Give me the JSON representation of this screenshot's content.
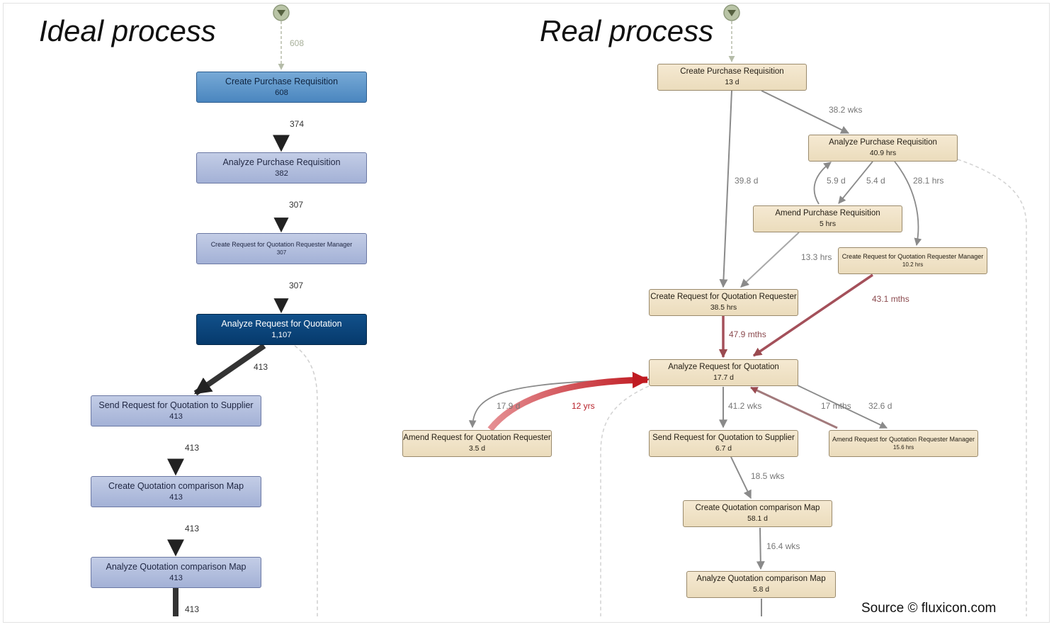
{
  "titles": {
    "ideal": "Ideal process",
    "real": "Real process"
  },
  "source": "Source © fluxicon.com",
  "ideal": {
    "start_count": "608",
    "nodes": [
      {
        "id": "i1",
        "name": "Create Purchase Requisition",
        "value": "608",
        "style": "blue-mid"
      },
      {
        "id": "i2",
        "name": "Analyze Purchase Requisition",
        "value": "382",
        "style": "blue-light"
      },
      {
        "id": "i3",
        "name": "Create Request for Quotation Requester Manager",
        "value": "307",
        "style": "blue-light"
      },
      {
        "id": "i4",
        "name": "Analyze Request for Quotation",
        "value": "1,107",
        "style": "blue-dark"
      },
      {
        "id": "i5",
        "name": "Send Request for Quotation to Supplier",
        "value": "413",
        "style": "blue-light"
      },
      {
        "id": "i6",
        "name": "Create Quotation comparison Map",
        "value": "413",
        "style": "blue-light"
      },
      {
        "id": "i7",
        "name": "Analyze Quotation comparison Map",
        "value": "413",
        "style": "blue-light"
      }
    ],
    "edges": [
      {
        "id": "ie1",
        "label": "374"
      },
      {
        "id": "ie2",
        "label": "307"
      },
      {
        "id": "ie3",
        "label": "307"
      },
      {
        "id": "ie4",
        "label": "413"
      },
      {
        "id": "ie5",
        "label": "413"
      },
      {
        "id": "ie6",
        "label": "413"
      },
      {
        "id": "ie7",
        "label": "413"
      }
    ]
  },
  "real": {
    "nodes": [
      {
        "id": "r1",
        "name": "Create Purchase Requisition",
        "value": "13 d"
      },
      {
        "id": "r2",
        "name": "Analyze Purchase Requisition",
        "value": "40.9 hrs"
      },
      {
        "id": "r3",
        "name": "Amend Purchase Requisition",
        "value": "5 hrs"
      },
      {
        "id": "r4",
        "name": "Create Request for Quotation Requester Manager",
        "value": "10.2 hrs"
      },
      {
        "id": "r5",
        "name": "Create Request for Quotation Requester",
        "value": "38.5 hrs"
      },
      {
        "id": "r6",
        "name": "Analyze Request for Quotation",
        "value": "17.7 d"
      },
      {
        "id": "r7",
        "name": "Amend Request for Quotation Requester",
        "value": "3.5 d"
      },
      {
        "id": "r8",
        "name": "Send Request for Quotation to Supplier",
        "value": "6.7 d"
      },
      {
        "id": "r9",
        "name": "Amend Request for Quotation Requester Manager",
        "value": "15.6 hrs"
      },
      {
        "id": "r10",
        "name": "Create Quotation comparison Map",
        "value": "58.1 d"
      },
      {
        "id": "r11",
        "name": "Analyze Quotation comparison Map",
        "value": "5.8 d"
      }
    ],
    "edges": [
      {
        "id": "re1",
        "label": "38.2 wks"
      },
      {
        "id": "re2",
        "label": "39.8 d"
      },
      {
        "id": "re3",
        "label": "5.9 d"
      },
      {
        "id": "re4",
        "label": "5.4 d"
      },
      {
        "id": "re5",
        "label": "28.1 hrs"
      },
      {
        "id": "re6",
        "label": "13.3 hrs"
      },
      {
        "id": "re7",
        "label": "43.1 mths"
      },
      {
        "id": "re8",
        "label": "47.9 mths"
      },
      {
        "id": "re9",
        "label": "17.9 d"
      },
      {
        "id": "re10",
        "label": "12 yrs"
      },
      {
        "id": "re11",
        "label": "41.2 wks"
      },
      {
        "id": "re12",
        "label": "17 mths"
      },
      {
        "id": "re13",
        "label": "32.6 d"
      },
      {
        "id": "re14",
        "label": "18.5 wks"
      },
      {
        "id": "re15",
        "label": "16.4 wks"
      }
    ]
  }
}
